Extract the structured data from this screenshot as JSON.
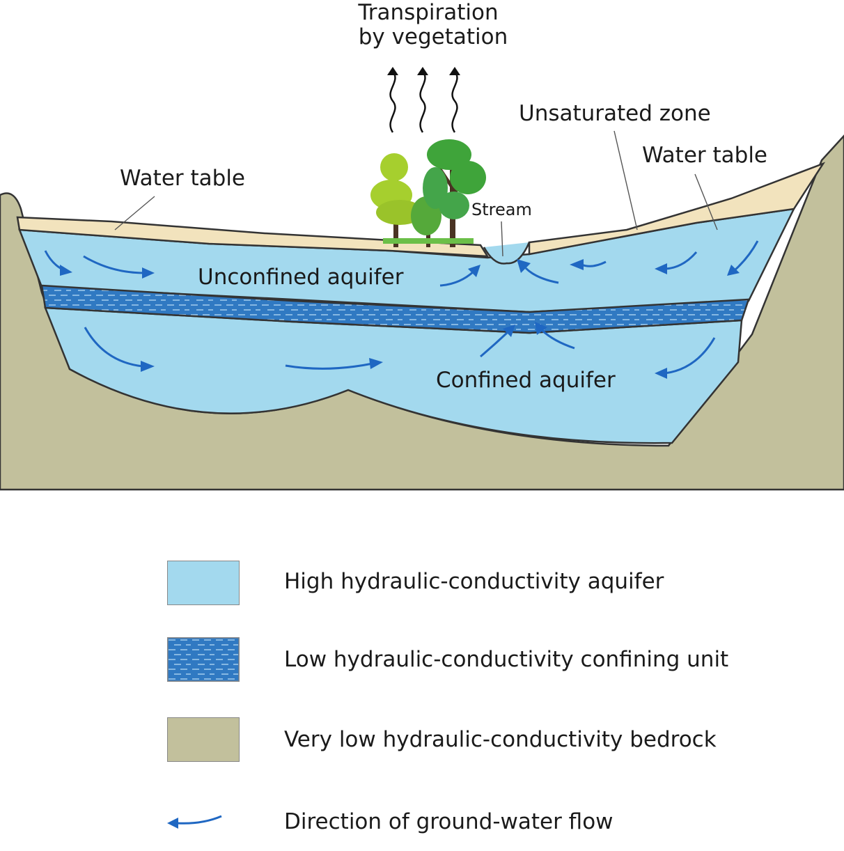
{
  "labels": {
    "transpiration_line1": "Transpiration",
    "transpiration_line2": "by vegetation",
    "unsaturated_zone": "Unsaturated zone",
    "water_table_left": "Water table",
    "water_table_right": "Water table",
    "stream": "Stream",
    "unconfined_aquifer": "Unconfined aquifer",
    "confined_aquifer": "Confined aquifer"
  },
  "legend": [
    {
      "label": "High hydraulic-conductivity aquifer",
      "swatch": "aquifer"
    },
    {
      "label": "Low hydraulic-conductivity confining unit",
      "swatch": "confining-unit"
    },
    {
      "label": "Very low hydraulic-conductivity bedrock",
      "swatch": "bedrock"
    },
    {
      "label": "Direction of ground-water flow",
      "swatch": "flow-arrow"
    }
  ],
  "colors": {
    "aquifer": "#a3d9ee",
    "confining_unit": "#2f77c0",
    "bedrock": "#c2c09c",
    "unsaturated_zone": "#f2e3bd",
    "flow_arrow": "#1f67c2",
    "outline": "#333333"
  }
}
